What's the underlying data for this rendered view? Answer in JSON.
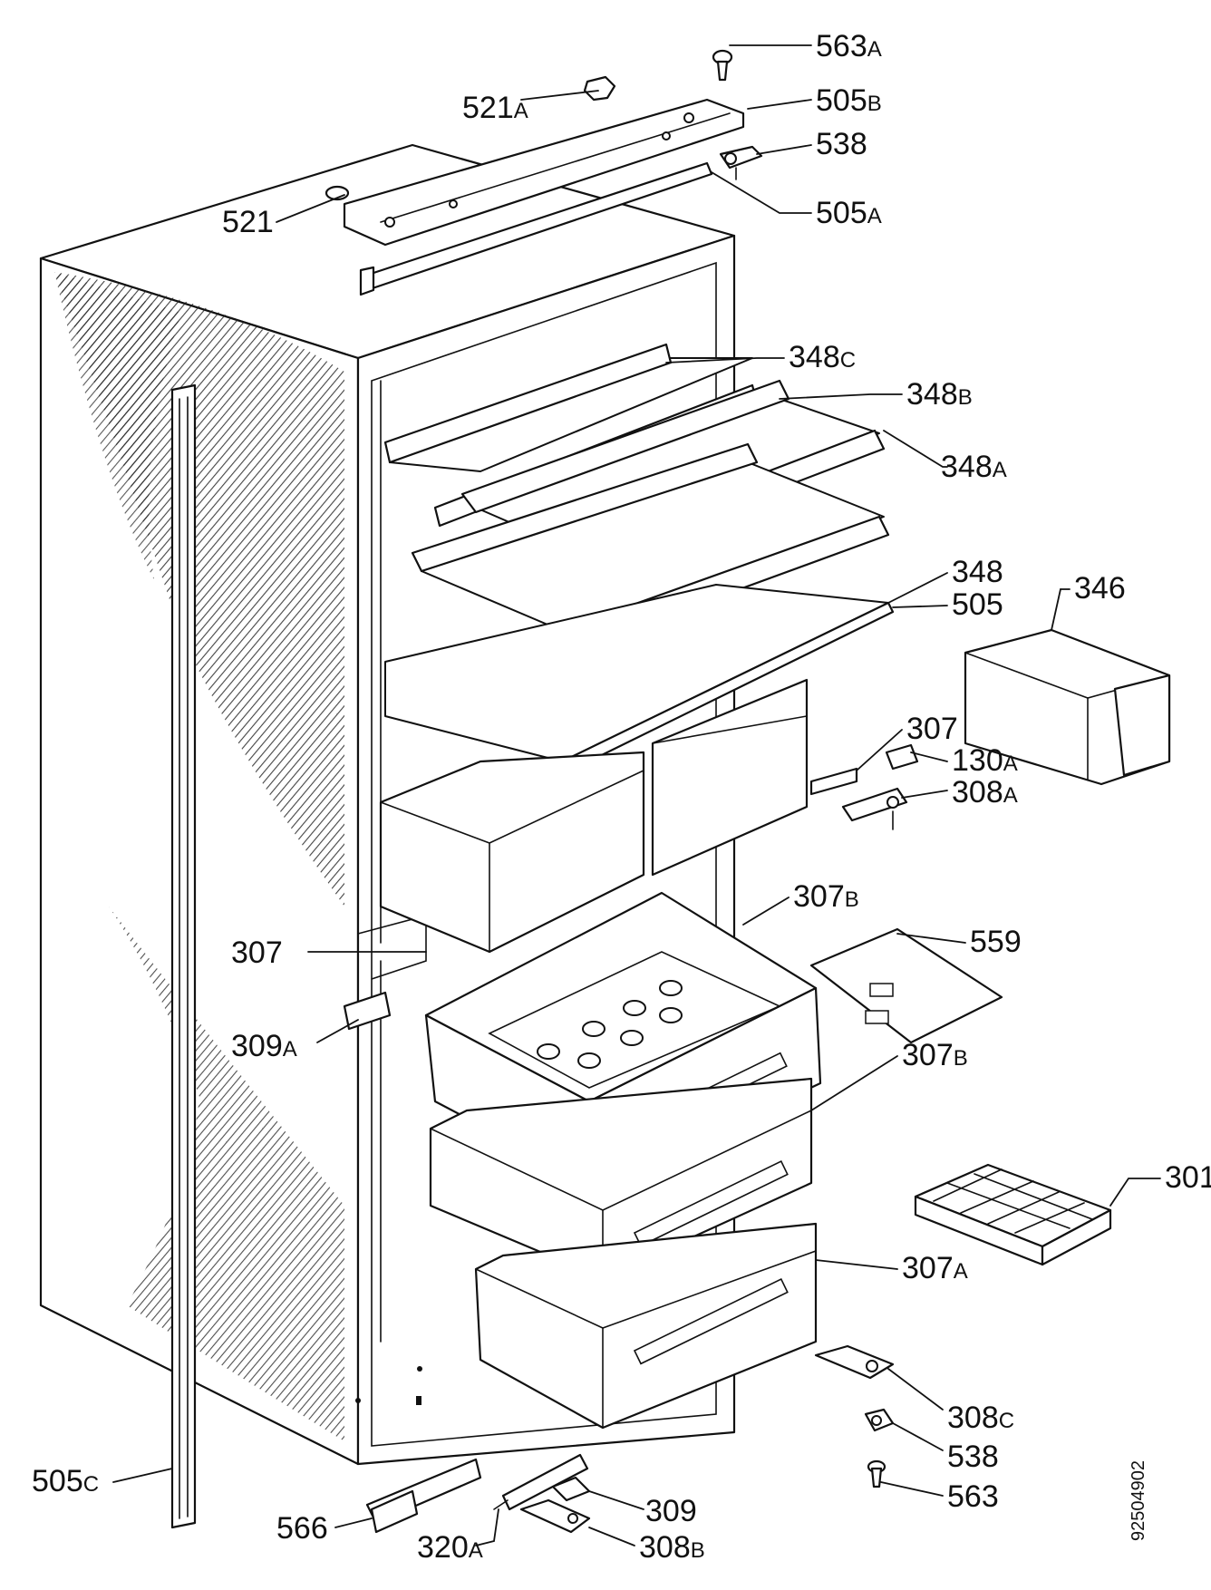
{
  "drawing_number": "92504902",
  "callouts": [
    {
      "id": "563a",
      "num": "563",
      "suffix": "A"
    },
    {
      "id": "521a",
      "num": "521",
      "suffix": "A"
    },
    {
      "id": "505b",
      "num": "505",
      "suffix": "B"
    },
    {
      "id": "538-top",
      "num": "538",
      "suffix": ""
    },
    {
      "id": "521",
      "num": "521",
      "suffix": ""
    },
    {
      "id": "505a",
      "num": "505",
      "suffix": "A"
    },
    {
      "id": "348c",
      "num": "348",
      "suffix": "C"
    },
    {
      "id": "348b",
      "num": "348",
      "suffix": "B"
    },
    {
      "id": "348a",
      "num": "348",
      "suffix": "A"
    },
    {
      "id": "348",
      "num": "348",
      "suffix": ""
    },
    {
      "id": "505",
      "num": "505",
      "suffix": ""
    },
    {
      "id": "346",
      "num": "346",
      "suffix": ""
    },
    {
      "id": "307-right",
      "num": "307",
      "suffix": ""
    },
    {
      "id": "130a",
      "num": "130",
      "suffix": "A"
    },
    {
      "id": "308a",
      "num": "308",
      "suffix": "A"
    },
    {
      "id": "307b-top",
      "num": "307",
      "suffix": "B"
    },
    {
      "id": "307-left",
      "num": "307",
      "suffix": ""
    },
    {
      "id": "559",
      "num": "559",
      "suffix": ""
    },
    {
      "id": "309a",
      "num": "309",
      "suffix": "A"
    },
    {
      "id": "307b-mid",
      "num": "307",
      "suffix": "B"
    },
    {
      "id": "301",
      "num": "301",
      "suffix": ""
    },
    {
      "id": "307a",
      "num": "307",
      "suffix": "A"
    },
    {
      "id": "308c",
      "num": "308",
      "suffix": "C"
    },
    {
      "id": "538-bottom",
      "num": "538",
      "suffix": ""
    },
    {
      "id": "563",
      "num": "563",
      "suffix": ""
    },
    {
      "id": "505c",
      "num": "505",
      "suffix": "C"
    },
    {
      "id": "566",
      "num": "566",
      "suffix": ""
    },
    {
      "id": "309",
      "num": "309",
      "suffix": ""
    },
    {
      "id": "320a",
      "num": "320",
      "suffix": "A"
    },
    {
      "id": "308b",
      "num": "308",
      "suffix": "B"
    }
  ]
}
